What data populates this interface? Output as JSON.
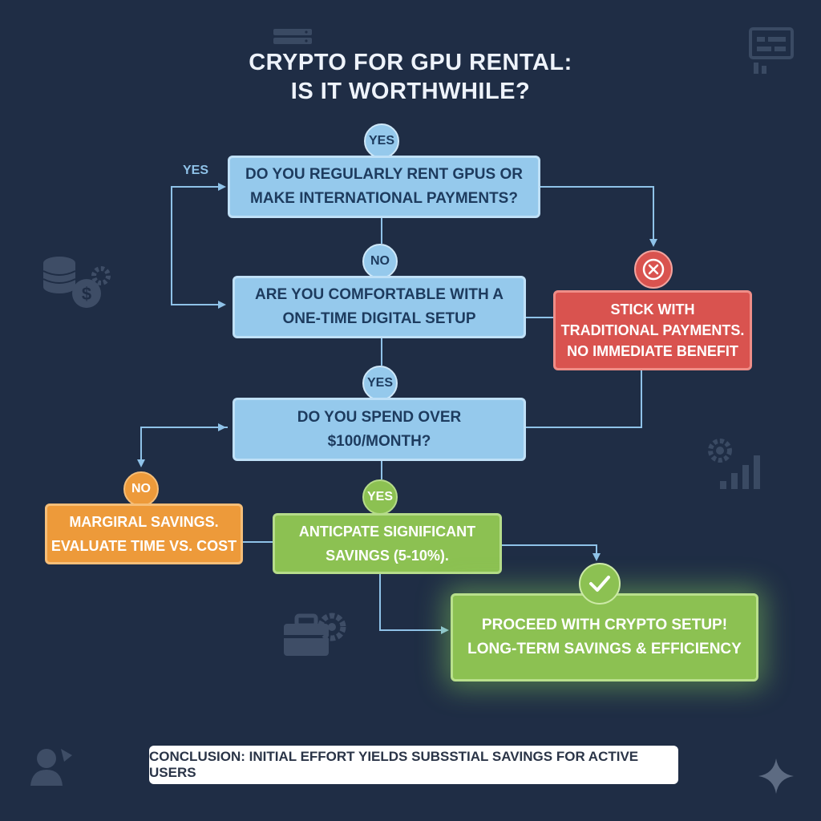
{
  "title": {
    "line1": "CRYPTO FOR GPU RENTAL:",
    "line2": "IS IT WORTHWHILE?"
  },
  "nodes": {
    "q1": {
      "line1": "DO YOU REGULARLY RENT GPUS OR",
      "line2": "MAKE INTERNATIONAL PAYMENTS?",
      "badge": "YES"
    },
    "q2": {
      "line1": "ARE YOU COMFORTABLE WITH A",
      "line2": "ONE-TIME DIGITAL SETUP",
      "badge": "NO"
    },
    "q3": {
      "line1": "DO YOU SPEND OVER",
      "line2": "$100/MONTH?",
      "badge": "YES"
    },
    "stick": {
      "line1": "STICK WITH",
      "line2": "TRADITIONAL PAYMENTS.",
      "line3": "NO IMMEDIATE BENEFIT"
    },
    "marginal": {
      "line1": "MARGIRAL SAVINGS.",
      "line2": "EVALUATE TIME VS. COST",
      "badge": "NO"
    },
    "anticipate": {
      "line1": "ANTICPATE SIGNIFICANT",
      "line2": "SAVINGS (5-10%).",
      "badge": "YES"
    },
    "proceed": {
      "line1": "PROCEED WITH CRYPTO SETUP!",
      "line2": "LONG-TERM SAVINGS & EFFICIENCY"
    }
  },
  "edge_labels": {
    "loop_yes": "YES"
  },
  "conclusion": "CONCLUSION: INITIAL EFFORT YIELDS SUBSSTIAL SAVINGS FOR ACTIVE USERS",
  "icons": [
    "server-icon",
    "dashboard-icon",
    "coins-gear-icon",
    "gear-chart-icon",
    "toolbox-gear-icon",
    "user-icon",
    "sparkle-icon",
    "x-circle-icon",
    "check-circle-icon"
  ],
  "colors": {
    "background": "#1f2d45",
    "question": "#95c9ec",
    "negative": "#d9534f",
    "caution": "#ed9a3a",
    "positive": "#8cc152",
    "connector": "#8fc2e8"
  }
}
